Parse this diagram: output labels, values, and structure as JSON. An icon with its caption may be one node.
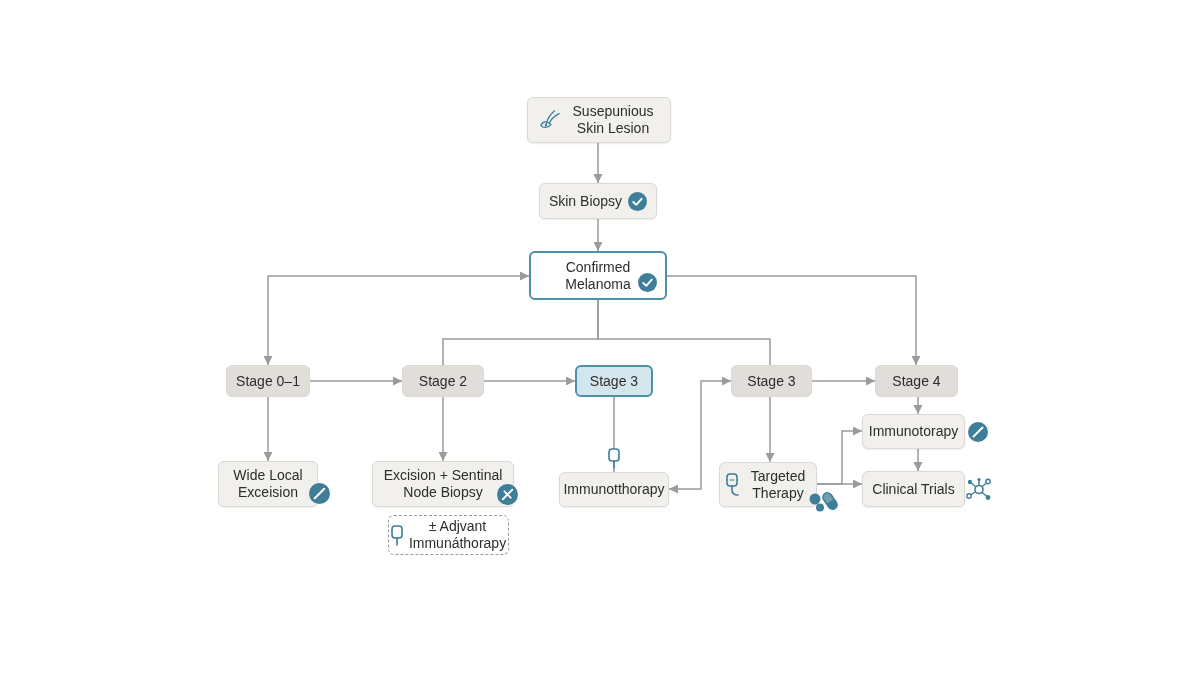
{
  "diagram": {
    "nodes": [
      {
        "text": [
          "Susepunious Skin Lesion"
        ]
      },
      {
        "text": [
          "Skin Biopsy"
        ]
      },
      {
        "text": [
          "Confirmed Melanoma"
        ]
      },
      {
        "text": [
          "Stage 0–1"
        ]
      },
      {
        "text": [
          "Stage 2"
        ]
      },
      {
        "text": [
          "Stage 3"
        ]
      },
      {
        "text": [
          "Stage 3"
        ]
      },
      {
        "text": [
          "Stage 4"
        ]
      },
      {
        "text": [
          "Wide Local Exceision"
        ]
      },
      {
        "text": [
          "Excision + Sentinal Node Biopsy"
        ]
      },
      {
        "text": [
          "± Adjvant Immunáthorapy"
        ]
      },
      {
        "text": [
          "Immunotthorapy"
        ]
      },
      {
        "text": [
          "Targeted Therapy"
        ]
      },
      {
        "text": [
          "Immunotorapy"
        ]
      },
      {
        "text": [
          "Clinical Trials"
        ]
      }
    ],
    "edges": [
      {
        "from": 0,
        "to": 1,
        "arrow": "to"
      },
      {
        "from": 1,
        "to": 2,
        "arrow": "to"
      },
      {
        "from": 2,
        "to": 3,
        "arrow": "both"
      },
      {
        "from": 2,
        "to": 4,
        "arrow": "none"
      },
      {
        "from": 2,
        "to": 6,
        "arrow": "none"
      },
      {
        "from": 2,
        "to": 7,
        "arrow": "to"
      },
      {
        "from": 3,
        "to": 4,
        "arrow": "to"
      },
      {
        "from": 4,
        "to": 5,
        "arrow": "to"
      },
      {
        "from": 3,
        "to": 8,
        "arrow": "to"
      },
      {
        "from": 4,
        "to": 9,
        "arrow": "to"
      },
      {
        "from": 5,
        "to": 11,
        "arrow": "none"
      },
      {
        "from": 11,
        "to": 6,
        "arrow": "both"
      },
      {
        "from": 6,
        "to": 7,
        "arrow": "to"
      },
      {
        "from": 6,
        "to": 12,
        "arrow": "to"
      },
      {
        "from": 7,
        "to": 13,
        "arrow": "to"
      },
      {
        "from": 13,
        "to": 14,
        "arrow": "to"
      },
      {
        "from": 12,
        "to": 13,
        "arrow": "to"
      },
      {
        "from": 12,
        "to": 14,
        "arrow": "to"
      }
    ]
  }
}
